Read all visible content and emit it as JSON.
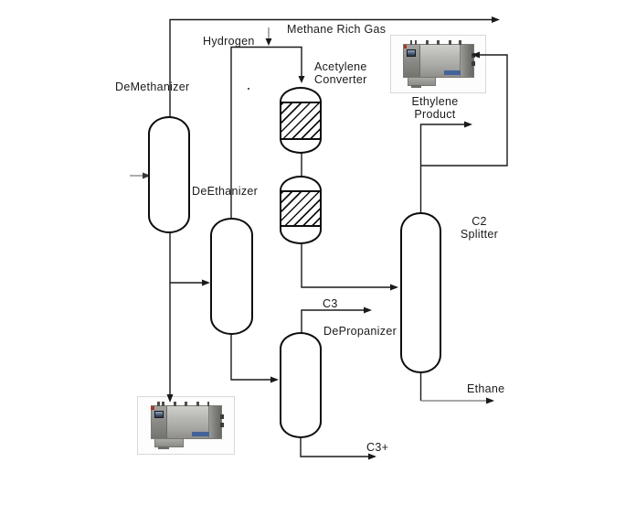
{
  "diagram": {
    "equipment_labels": {
      "demethanizer": "DeMethanizer",
      "deethanizer": "DeEthanizer",
      "acetylene_converter": "Acetylene\nConverter",
      "depropanizer": "DePropanizer",
      "c2_splitter": "C2\nSplitter"
    },
    "stream_labels": {
      "methane_rich_gas": "Methane Rich Gas",
      "hydrogen": "Hydrogen",
      "ethylene_product": "Ethylene\nProduct",
      "ethane": "Ethane",
      "c3": "C3",
      "c3_plus": "C3+"
    },
    "icons": {
      "top_right_machine": "compressor-package-unit-image",
      "bottom_left_machine": "compressor-package-unit-image"
    },
    "colors": {
      "line": "#1a1a1a",
      "gray_line": "#8a8a8a",
      "vessel_outline": "#0d0d0d",
      "vessel_fill": "#ffffff",
      "machine_frame": "#d8d8d8",
      "background": "#ffffff"
    }
  }
}
